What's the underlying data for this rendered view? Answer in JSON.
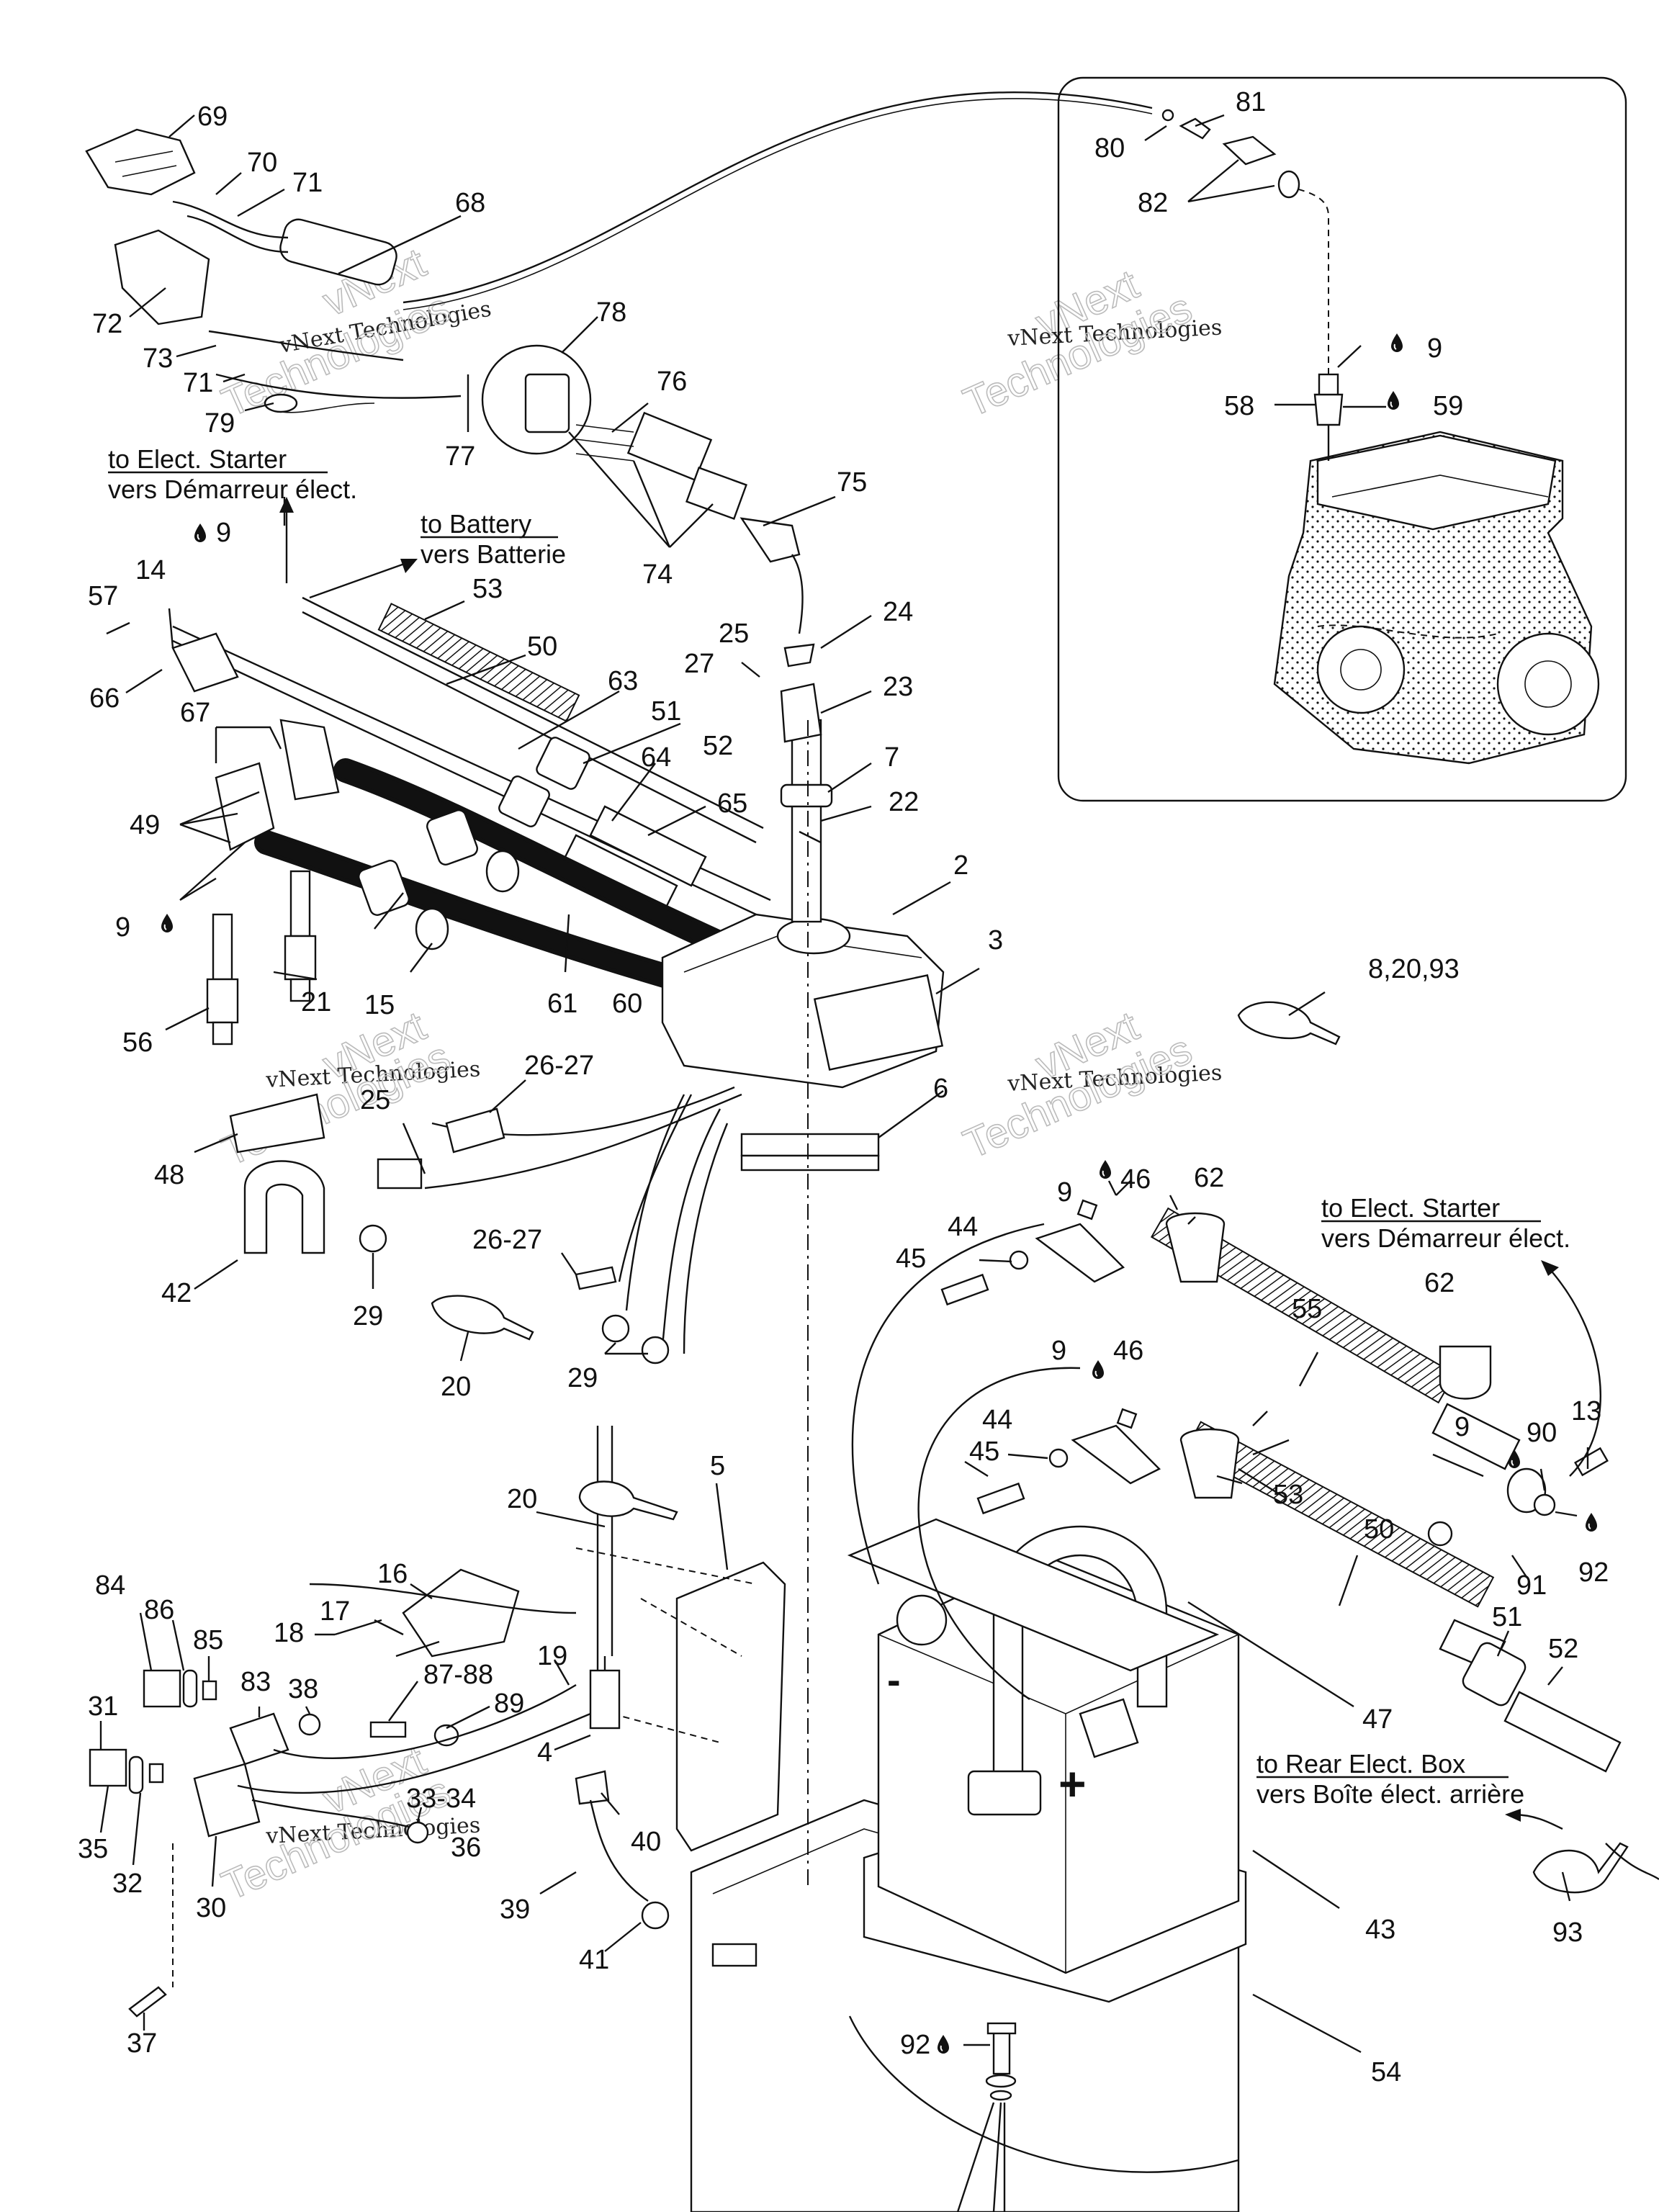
{
  "labels": {
    "n1": "69",
    "n2": "70",
    "n3": "71",
    "n4": "68",
    "n5": "72",
    "n6": "73",
    "n7": "71",
    "n8": "78",
    "n9": "79",
    "n10": "77",
    "n11": "76",
    "n12": "75",
    "n13": "74",
    "n14": "81",
    "n15": "80",
    "n16": "82",
    "n17": "9",
    "n18": "58",
    "n19": "59",
    "n20": "9",
    "n21": "57",
    "n22": "14",
    "n23": "66",
    "n24": "53",
    "n25": "50",
    "n26": "63",
    "n27": "51",
    "n28": "67",
    "n29": "64",
    "n30": "52",
    "n31": "49",
    "n32": "65",
    "n33": "25",
    "n34": "27",
    "n35": "24",
    "n36": "23",
    "n37": "7",
    "n38": "22",
    "n39": "2",
    "n40": "3",
    "n41": "9",
    "n42": "56",
    "n43": "21",
    "n44": "15",
    "n45": "61",
    "n46": "60",
    "n47": "8,20,93",
    "n48": "26-27",
    "n49": "25",
    "n50": "48",
    "n51": "42",
    "n52": "6",
    "n53": "29",
    "n54": "26-27",
    "n55": "20",
    "n56": "29",
    "n57": "9",
    "n58": "46",
    "n59": "62",
    "n60": "44",
    "n61": "45",
    "n62": "55",
    "n63": "62",
    "n64": "9",
    "n65": "46",
    "n66": "44",
    "n67": "45",
    "n68": "53",
    "n69": "9",
    "n70": "90",
    "n71": "13",
    "n72": "91",
    "n73": "92",
    "n74": "50",
    "n75": "51",
    "n76": "52",
    "n77": "47",
    "n78": "20",
    "n79": "5",
    "n80": "16",
    "n81": "17",
    "n82": "18",
    "n83": "84",
    "n84": "86",
    "n85": "85",
    "n86": "83",
    "n87": "38",
    "n88": "87-88",
    "n89": "89",
    "n90": "19",
    "n91": "4",
    "n92": "31",
    "n93": "35",
    "n94": "32",
    "n95": "30",
    "n96": "33-34",
    "n97": "36",
    "n98": "40",
    "n99": "39",
    "n100": "41",
    "n101": "37",
    "n102": "43",
    "n103": "93",
    "n104": "54",
    "n105": "92"
  },
  "annotations": {
    "starter_left_en": "to Elect. Starter",
    "starter_left_fr": "vers Démarreur élect.",
    "battery_en": "to Battery",
    "battery_fr": "vers Batterie",
    "starter_right_en": "to Elect. Starter",
    "starter_right_fr": "vers Démarreur élect.",
    "rear_box_en": "to Rear Elect. Box",
    "rear_box_fr": "vers Boîte élect. arrière"
  },
  "polarity": {
    "minus": "-",
    "plus": "+"
  },
  "watermark": {
    "brand": "vNext",
    "line1": "vNext Technologies",
    "line2": "Technologies"
  },
  "icons": {
    "fluid_drop": "drop-icon",
    "arrow": "arrow-head-icon"
  }
}
